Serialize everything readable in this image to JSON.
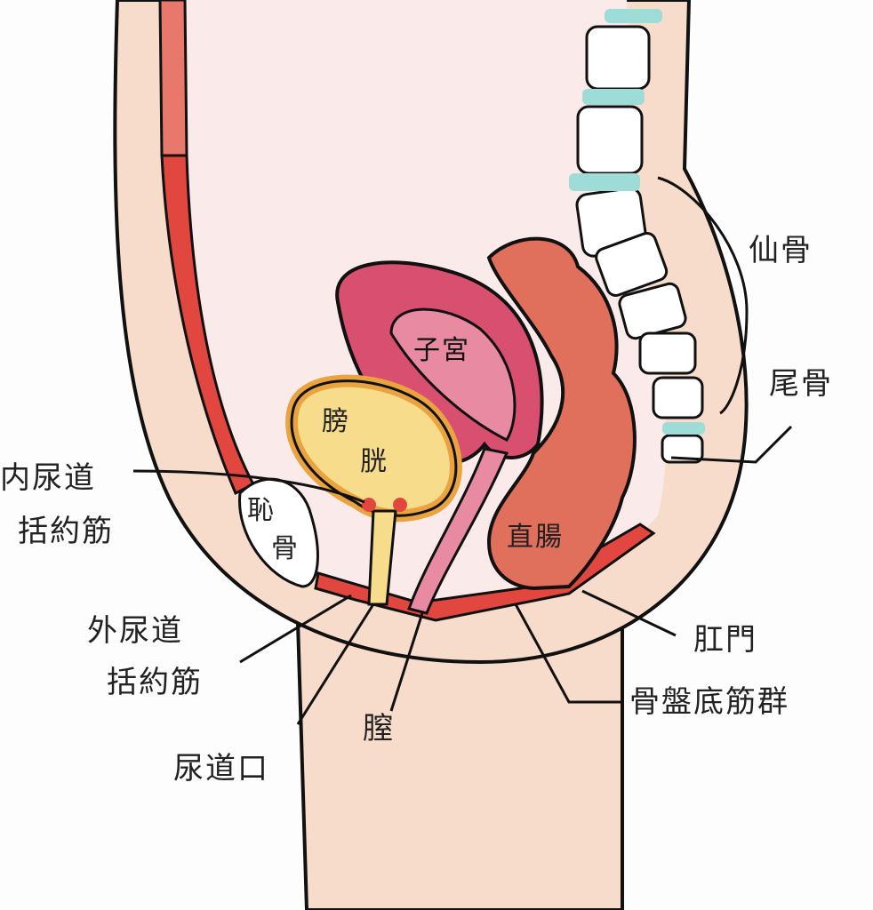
{
  "labels": {
    "sacrum": "仙骨",
    "coccyx": "尾骨",
    "uterus": "子宮",
    "bladder_1": "膀",
    "bladder_2": "胱",
    "internal_sphincter_1": "内尿道",
    "internal_sphincter_2": "括約筋",
    "pubis_1": "恥",
    "pubis_2": "骨",
    "rectum": "直腸",
    "external_sphincter_1": "外尿道",
    "external_sphincter_2": "括約筋",
    "anus": "肛門",
    "pelvic_floor": "骨盤底筋群",
    "vagina": "膣",
    "urethral_opening": "尿道口"
  },
  "colors": {
    "skin": "#f8dccb",
    "cavity": "#fbeaea",
    "muscle": "#e2473f",
    "uterus": "#d84f70",
    "uterus_inner": "#e98aa3",
    "bladder": "#f7dc8c",
    "bladder_rim": "#e9a440",
    "rectum": "#e06f5c",
    "disc": "#9edcd8"
  }
}
